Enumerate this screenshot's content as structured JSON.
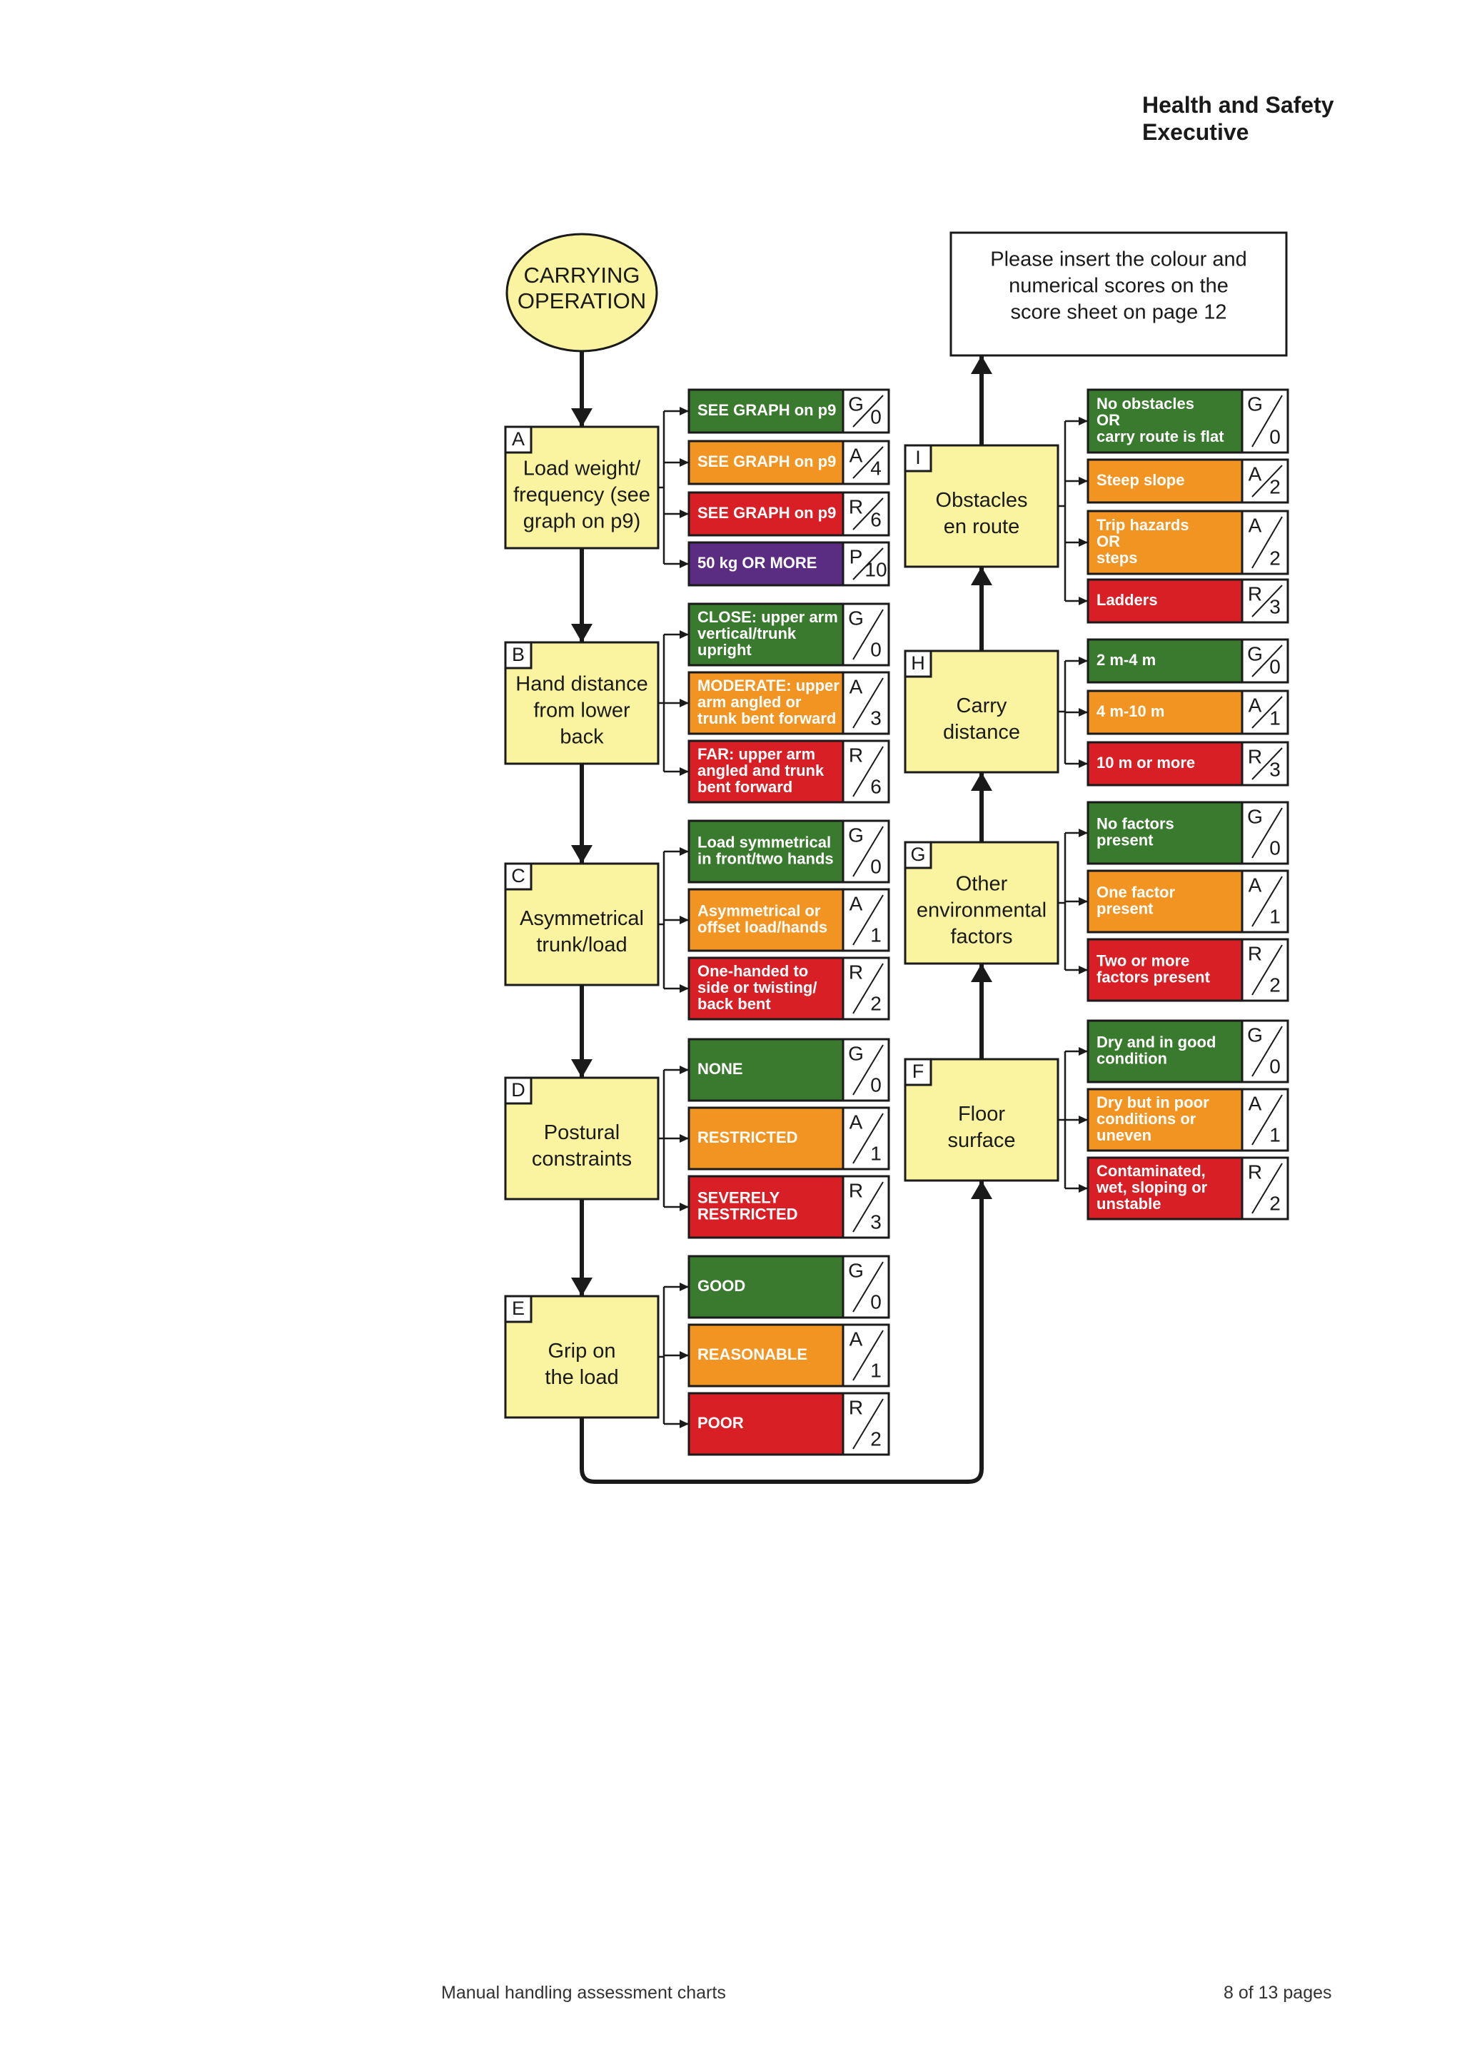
{
  "header": {
    "line1": "Health and Safety",
    "line2": "Executive"
  },
  "footer": {
    "left": "Manual handling assessment charts",
    "right": "8 of 13 pages"
  },
  "colors": {
    "G": "#3a7a2e",
    "A": "#f29421",
    "R": "#d91f26",
    "P": "#5a2d82",
    "question_fill": "#faf3a0",
    "start_fill": "#faf3a0",
    "line": "#1a1a1a"
  },
  "start": {
    "lines": [
      "CARRYING",
      "OPERATION"
    ]
  },
  "note": {
    "lines": [
      "Please insert the colour and",
      "numerical scores on the",
      "score sheet on page 12"
    ]
  },
  "factors": [
    {
      "letter": "A",
      "lines": [
        "Load weight/",
        "frequency (see",
        "graph on p9)"
      ],
      "options": [
        {
          "lines": [
            "SEE GRAPH on p9"
          ],
          "band": "G",
          "score": "0"
        },
        {
          "lines": [
            "SEE GRAPH on p9"
          ],
          "band": "A",
          "score": "4"
        },
        {
          "lines": [
            "SEE GRAPH on p9"
          ],
          "band": "R",
          "score": "6"
        },
        {
          "lines": [
            "50 kg OR MORE"
          ],
          "band": "P",
          "score": "10"
        }
      ]
    },
    {
      "letter": "B",
      "lines": [
        "Hand distance",
        "from lower",
        "back"
      ],
      "options": [
        {
          "lines": [
            "CLOSE: upper arm",
            "vertical/trunk",
            "upright"
          ],
          "band": "G",
          "score": "0"
        },
        {
          "lines": [
            "MODERATE: upper",
            "arm angled or",
            "trunk bent forward"
          ],
          "band": "A",
          "score": "3"
        },
        {
          "lines": [
            "FAR: upper arm",
            "angled and trunk",
            "bent forward"
          ],
          "band": "R",
          "score": "6"
        }
      ]
    },
    {
      "letter": "C",
      "lines": [
        "Asymmetrical",
        "trunk/load"
      ],
      "options": [
        {
          "lines": [
            "Load symmetrical",
            "in front/two hands"
          ],
          "band": "G",
          "score": "0"
        },
        {
          "lines": [
            "Asymmetrical or",
            "offset load/hands"
          ],
          "band": "A",
          "score": "1"
        },
        {
          "lines": [
            "One-handed to",
            "side or twisting/",
            "back bent"
          ],
          "band": "R",
          "score": "2"
        }
      ]
    },
    {
      "letter": "D",
      "lines": [
        "Postural",
        "constraints"
      ],
      "options": [
        {
          "lines": [
            "NONE"
          ],
          "band": "G",
          "score": "0"
        },
        {
          "lines": [
            "RESTRICTED"
          ],
          "band": "A",
          "score": "1"
        },
        {
          "lines": [
            "SEVERELY",
            "RESTRICTED"
          ],
          "band": "R",
          "score": "3"
        }
      ]
    },
    {
      "letter": "E",
      "lines": [
        "Grip on",
        "the load"
      ],
      "options": [
        {
          "lines": [
            "GOOD"
          ],
          "band": "G",
          "score": "0"
        },
        {
          "lines": [
            "REASONABLE"
          ],
          "band": "A",
          "score": "1"
        },
        {
          "lines": [
            "POOR"
          ],
          "band": "R",
          "score": "2"
        }
      ]
    },
    {
      "letter": "F",
      "lines": [
        "Floor",
        "surface"
      ],
      "options": [
        {
          "lines": [
            "Dry and in good",
            "condition"
          ],
          "band": "G",
          "score": "0"
        },
        {
          "lines": [
            "Dry but in poor",
            "conditions or",
            "uneven"
          ],
          "band": "A",
          "score": "1"
        },
        {
          "lines": [
            "Contaminated,",
            "wet, sloping or",
            "unstable"
          ],
          "band": "R",
          "score": "2"
        }
      ]
    },
    {
      "letter": "G",
      "lines": [
        "Other",
        "environmental",
        "factors"
      ],
      "options": [
        {
          "lines": [
            "No factors",
            "present"
          ],
          "band": "G",
          "score": "0"
        },
        {
          "lines": [
            "One factor",
            "present"
          ],
          "band": "A",
          "score": "1"
        },
        {
          "lines": [
            "Two or more",
            "factors present"
          ],
          "band": "R",
          "score": "2"
        }
      ]
    },
    {
      "letter": "H",
      "lines": [
        "Carry",
        "distance"
      ],
      "options": [
        {
          "lines": [
            "2 m-4 m"
          ],
          "band": "G",
          "score": "0"
        },
        {
          "lines": [
            "4 m-10 m"
          ],
          "band": "A",
          "score": "1"
        },
        {
          "lines": [
            "10 m or more"
          ],
          "band": "R",
          "score": "3"
        }
      ]
    },
    {
      "letter": "I",
      "lines": [
        "Obstacles",
        "en route"
      ],
      "options": [
        {
          "lines": [
            "No obstacles",
            "OR",
            "carry route is flat"
          ],
          "band": "G",
          "score": "0"
        },
        {
          "lines": [
            "Steep slope"
          ],
          "band": "A",
          "score": "2"
        },
        {
          "lines": [
            "Trip hazards",
            "OR",
            "steps"
          ],
          "band": "A",
          "score": "2"
        },
        {
          "lines": [
            "Ladders"
          ],
          "band": "R",
          "score": "3"
        }
      ]
    }
  ]
}
